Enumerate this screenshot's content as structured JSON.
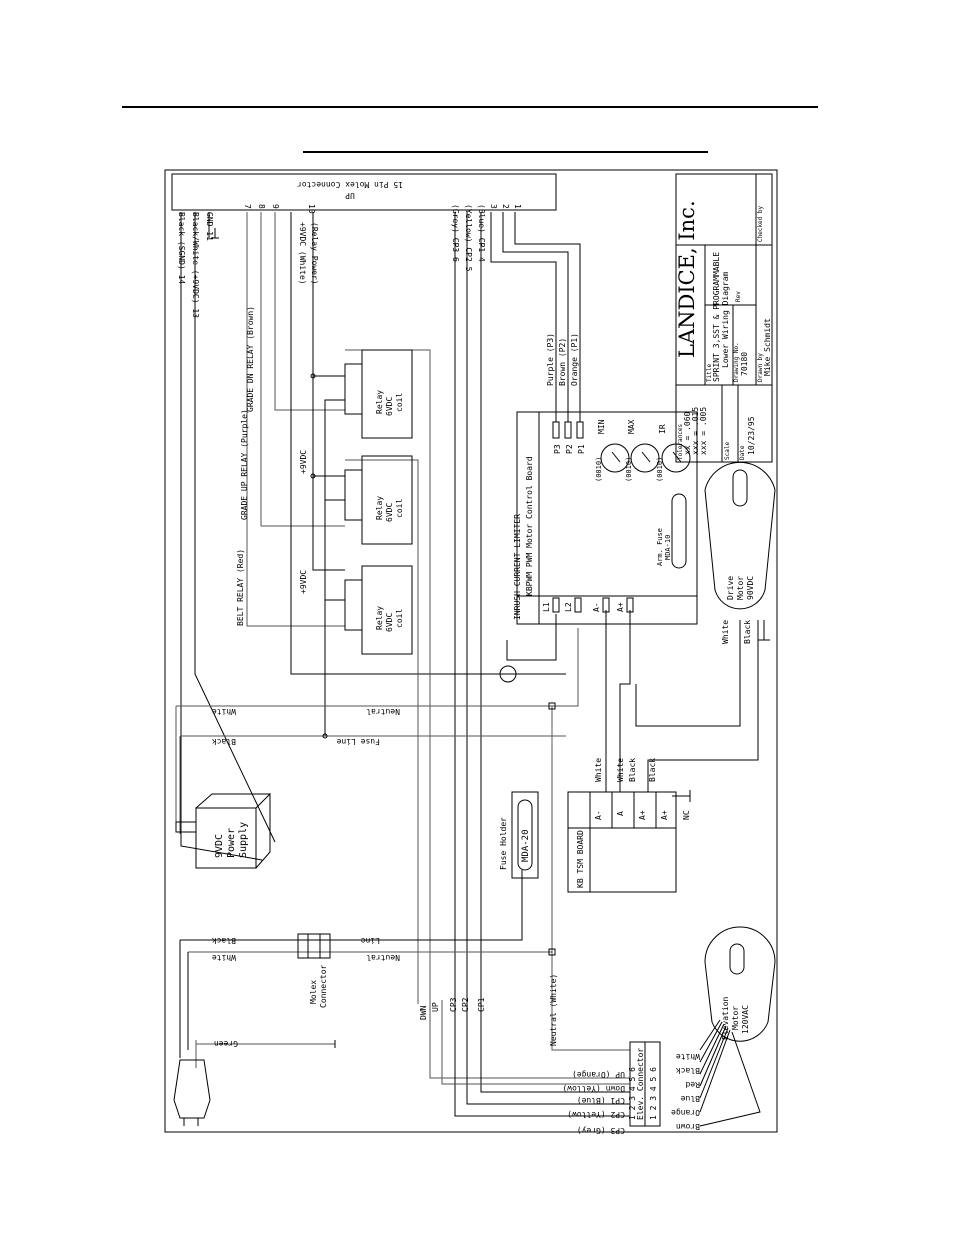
{
  "titleblock": {
    "company": "LANDICE, Inc.",
    "tolerances_label": "Tolerances",
    "tol1": "xx = .060",
    "tol2": "xxx = .015",
    "tol3": "xxx = .005",
    "title_label": "Title",
    "title1": "SPRINT 3,SST & PROGRAMMABLE",
    "title2": "Lower Wiring Diagram",
    "rev_label": "Rev",
    "drawing_label": "Drawing No.",
    "drawing_no": "70180",
    "scale_label": "Scale",
    "date_label": "Date",
    "date": "10/23/95",
    "drawn_label": "Drawn by",
    "drawn_by": "Mike Schmidt",
    "checked_label": "Checked by"
  },
  "connector": {
    "title": "15 Pin Molex Connector",
    "subtitle": "UP",
    "pins": {
      "p14": "Black (SGND) 14",
      "p13": "Black/White (+9VDC) 13",
      "p11": "GND 11",
      "p7": "7",
      "p8": "8",
      "p9": "9",
      "p10": "10",
      "p6": "(Grey) CP3 6",
      "p5": "(Yellow) CP2 5",
      "p4": "(Blue) CP1 4",
      "p3": "3",
      "p2": "2",
      "p1": "1",
      "w10a": "+9VDC (White)",
      "w10b": "(Relay Power)"
    }
  },
  "wires": {
    "grade_dn": "GRADE DN RELAY (Brown)",
    "grade_up": "GRADE UP RELAY (Purple)",
    "belt": "BELT RELAY (Red)",
    "vdc1": "+9VDC",
    "vdc2": "+9VDC",
    "purple": "Purple (P3)",
    "brown": "Brown (P2)",
    "orange": "Orange (P1)",
    "neutral1": "Neutral",
    "white1": "White",
    "fuse_line": "Fuse Line",
    "black1": "Black",
    "line2": "Line",
    "black2": "Black",
    "neutral2": "Neutral",
    "white2": "White",
    "neutral_white": "Neutral (White)",
    "green": "Green",
    "dwn": "DWN",
    "up": "UP",
    "cp3": "CP3",
    "cp2": "CP2",
    "cp1": "CP1",
    "white_m": "White",
    "black_m": "Black",
    "kb_white1": "White",
    "kb_white2": "White",
    "kb_black1": "Black",
    "kb_black2": "Black"
  },
  "relays": [
    {
      "l1": "Relay",
      "l2": "6VDC",
      "l3": "coil"
    },
    {
      "l1": "Relay",
      "l2": "6VDC",
      "l3": "coil"
    },
    {
      "l1": "Relay",
      "l2": "6VDC",
      "l3": "coil"
    }
  ],
  "kbpwm": {
    "title": "KBPWM PWM Motor Control Board",
    "p3": "P3",
    "p2": "P2",
    "p1": "P1",
    "min": "MIN",
    "max": "MAX",
    "ir": "IR",
    "l1": "L1",
    "l2": "L2",
    "aminus": "A-",
    "aplus": "A+",
    "arm": "Arm. Fuse",
    "mda": "MDA-10",
    "knob": "(0010)"
  },
  "inrush": "INRUSH CURRENT LIMITER",
  "drive_motor": {
    "l1": "Drive",
    "l2": "Motor",
    "l3": "90VDC"
  },
  "kb_board": {
    "title": "KB TSM BOARD",
    "a1": "A-",
    "a2": "A",
    "a3": "A+",
    "a4": "A+",
    "nc": "NC"
  },
  "power_supply": {
    "l1": "9VDC",
    "l2": "Power",
    "l3": "Supply"
  },
  "fuse_holder": {
    "title": "Fuse Holder",
    "fuse": "MDA-20"
  },
  "molex_small": {
    "l1": "Molex",
    "l2": "Connector"
  },
  "elev_motor": {
    "l1": "Elevation",
    "l2": "Motor",
    "l3": "120VAC"
  },
  "elev_connector": {
    "title": "Elev. Connector",
    "top_nums": "1 2 3 4 5 6",
    "bot_nums": "1 2 3 4 5 6",
    "left": [
      "CP3 (Grey)",
      "CP2 (Yellow)",
      "CP1 (Blue)",
      "Down (Yellow)",
      "UP (Orange)"
    ],
    "right": [
      "White",
      "Black",
      "Red",
      "Blue",
      "Orange",
      "Brown"
    ]
  }
}
